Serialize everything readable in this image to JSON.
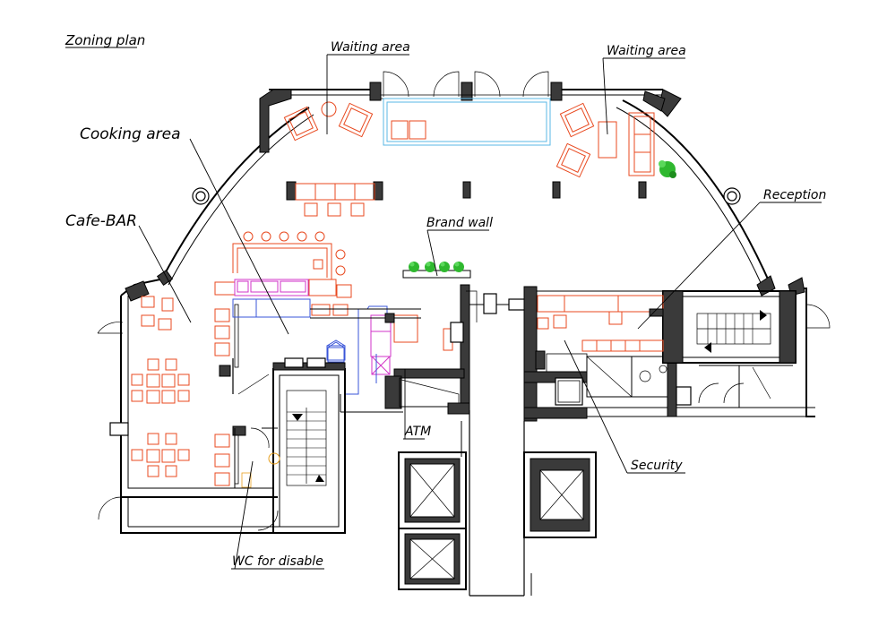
{
  "title": "Zoning plan",
  "labels": {
    "waiting_left": "Waiting area",
    "waiting_right": "Waiting area",
    "cooking": "Cooking area",
    "cafe": "Cafe-BAR",
    "reception": "Reception",
    "brand_wall": "Brand wall",
    "atm": "ATM",
    "security": "Security",
    "wc": "WC for disable"
  },
  "colors": {
    "walls": "#3a3a3a",
    "furniture": "#e8491f",
    "kitchen_equipment": "#d233c8",
    "counter": "#3a55d8",
    "glass_display": "#59b7e6",
    "plants": "#2fb82f"
  }
}
